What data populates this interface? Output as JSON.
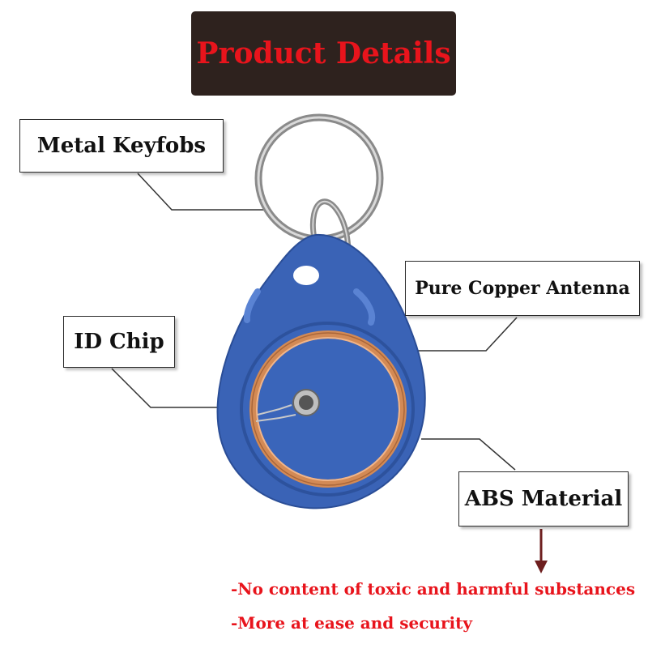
{
  "title": "Product Details",
  "labels": {
    "metal_keyfobs": "Metal Keyfobs",
    "pure_copper_antenna": "Pure Copper Antenna",
    "id_chip": "ID Chip",
    "abs_material": "ABS Material"
  },
  "notes": [
    "-No content of toxic and harmful substances",
    "-More at ease and security"
  ],
  "colors": {
    "title_bg": "#2e221e",
    "title_text": "#e8141c",
    "fob_blue": "#3a63b6",
    "copper": "#d38a55",
    "note_text": "#e8141c",
    "arrow": "#6e1f1f"
  }
}
